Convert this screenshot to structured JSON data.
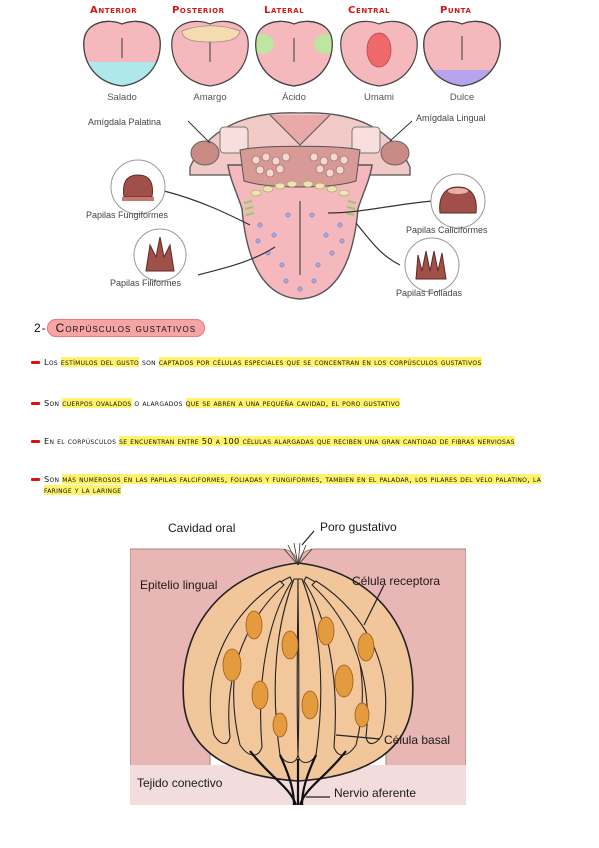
{
  "zones": [
    {
      "title": "Anterior",
      "taste": "Salado"
    },
    {
      "title": "Posterior",
      "taste": "Amargo"
    },
    {
      "title": "Lateral",
      "taste": "Ácido"
    },
    {
      "title": "Central",
      "taste": "Umami"
    },
    {
      "title": "Punta",
      "taste": "Dulce"
    }
  ],
  "tongue_labels": {
    "amigdala_palatina": "Amígdala Palatina",
    "amigdala_lingual": "Amígdala Lingual",
    "fungiformes": "Papilas Fungiformes",
    "filiformes": "Papilas Filiformes",
    "caliciformes": "Papilas Caliciformes",
    "foliadas": "Papilas Foliadas"
  },
  "section": {
    "number": "2-",
    "title": "Corpúsculos gustativos"
  },
  "bullets": [
    {
      "segments": [
        {
          "text": "Los ",
          "hl": false
        },
        {
          "text": "estímulos del gusto",
          "hl": true
        },
        {
          "text": " son ",
          "hl": false
        },
        {
          "text": "captados por células especiales que se concentran en los corpúsculos gustativos",
          "hl": true
        }
      ]
    },
    {
      "segments": [
        {
          "text": "Son ",
          "hl": false
        },
        {
          "text": "cuerpos ovalados",
          "hl": true
        },
        {
          "text": " o alargados ",
          "hl": false
        },
        {
          "text": "que se abren a una pequeña cavidad, el poro gustativo",
          "hl": true
        }
      ]
    },
    {
      "segments": [
        {
          "text": "En el corpúsculos ",
          "hl": false
        },
        {
          "text": "se encuentran entre 50 a 100 células alargadas que reciben una gran cantidad de fibras nerviosas",
          "hl": true
        }
      ]
    },
    {
      "segments": [
        {
          "text": "Son ",
          "hl": false
        },
        {
          "text": "más numerosos en las papilas falciformes, foliadas y fungiformes, tambien en el paladar, los pilares del velo palatino, la faringe y la laringe",
          "hl": true
        }
      ]
    }
  ],
  "bud_labels": {
    "cavidad_oral": "Cavidad oral",
    "poro_gustativo": "Poro gustativo",
    "epitelio_lingual": "Epitelio lingual",
    "celula_receptora": "Célula receptora",
    "celula_basal": "Célula basal",
    "tejido_conectivo": "Tejido conectivo",
    "nervio_aferente": "Nervio aferente"
  },
  "colors": {
    "title_red": "#d01818",
    "tongue_pink": "#f4b8bd",
    "salado": "#aee8ea",
    "amargo": "#f4dbb0",
    "acido": "#bfe6a0",
    "umami": "#ee6a6a",
    "dulce": "#b7a4ec",
    "highlight": "#fff36b",
    "tissue": "#e8b6b4",
    "bud": "#f0c69a"
  }
}
